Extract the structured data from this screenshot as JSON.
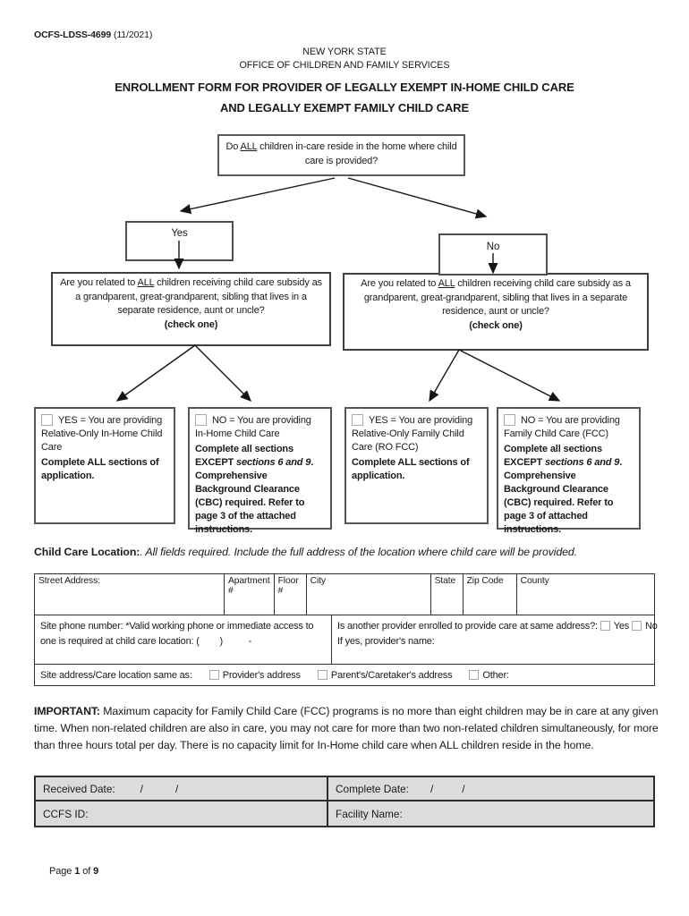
{
  "form_header": {
    "form_number": "OCFS-LDSS-4699",
    "revision": " (11/2021)",
    "agency_line1": "NEW YORK STATE",
    "agency_line2": "OFFICE OF CHILDREN AND FAMILY SERVICES",
    "title_line1": "ENROLLMENT FORM FOR PROVIDER OF LEGALLY EXEMPT IN-HOME CHILD CARE",
    "title_line2": "AND LEGALLY EXEMPT FAMILY CHILD CARE"
  },
  "flowchart": {
    "root_question": {
      "pre": "Do ",
      "emph": "ALL",
      "post": " children in-care reside in the home where child care is provided?"
    },
    "yes_label": "Yes",
    "no_label": "No",
    "left_question": {
      "pre": "Are you related to ",
      "emph": "ALL",
      "post": " children receiving child care subsidy as a grandparent, great-grandparent, sibling that lives in a separate residence, aunt or uncle?",
      "check_one": "(check one)"
    },
    "right_question": {
      "pre": "Are you related to ",
      "emph": "ALL",
      "post": " children receiving child care subsidy as a grandparent, great-grandparent, sibling that lives in a separate residence, aunt or uncle?",
      "check_one": "(check one)"
    },
    "outcomes": [
      {
        "lead": "YES = You are providing",
        "program": "Relative-Only In-Home Child Care",
        "b1": "Complete ALL sections of application.",
        "i1": "",
        "b2": ""
      },
      {
        "lead": "NO = You are providing",
        "program": "In-Home Child Care",
        "b1": "Complete all sections EXCEPT ",
        "i1": "sections 6 and 9",
        "b2": ". Comprehensive Background Clearance (CBC) required. Refer to page 3 of the attached instructions."
      },
      {
        "lead": "YES = You are providing",
        "program": "Relative-Only Family Child Care (RO FCC)",
        "b1": "Complete ALL sections of application.",
        "i1": "",
        "b2": ""
      },
      {
        "lead": "NO = You are providing",
        "program": "Family Child Care (FCC)",
        "b1": "Complete all sections EXCEPT ",
        "i1": "sections 6 and 9",
        "b2": ". Comprehensive Background Clearance (CBC) required. Refer to page 3 of attached instructions."
      }
    ]
  },
  "location": {
    "heading_bold": "Child Care Location:",
    "heading_italic": ". All fields required. Include the full address of the location where child care will be provided.",
    "address_headers": [
      "Street Address:",
      "Apartment #",
      "Floor #",
      "City",
      "State",
      "Zip Code",
      "County"
    ],
    "phone_question": "Site phone number: *Valid working phone or immediate access to one is required at child care location:",
    "phone_format": "(        )          -",
    "another_provider_question": "Is another provider  enrolled to provide care at same address?:",
    "yes_option": "Yes",
    "no_option": "No",
    "if_yes_label": "If yes, provider's name:",
    "same_as_label": "Site address/Care location same as:",
    "same_as_options": [
      "Provider's address",
      "Parent's/Caretaker's address",
      "Other:"
    ]
  },
  "important_note": {
    "label": "IMPORTANT:",
    "text": " Maximum capacity for Family Child Care (FCC) programs is no more than eight children may be in care at any given time. When non-related children are also in care, you may not care for more than two non-related children simultaneously, for more than three hours total per day. There is no capacity limit for In-Home child care when ALL children reside in the home."
  },
  "office_table": {
    "received_date_label": "Received Date:",
    "complete_date_label": "Complete Date:",
    "ccfs_id_label": "CCFS ID:",
    "facility_name_label": "Facility Name:",
    "date_slash": "/"
  },
  "footer": {
    "page_word": "Page ",
    "page_number": "1",
    "of_word": " of ",
    "total_pages": "9"
  },
  "colors": {
    "office_table_fill": "#dcdcdc",
    "box_border": "#555555",
    "text": "#1a1a1a",
    "checkbox_border": "#a9a9a9"
  }
}
